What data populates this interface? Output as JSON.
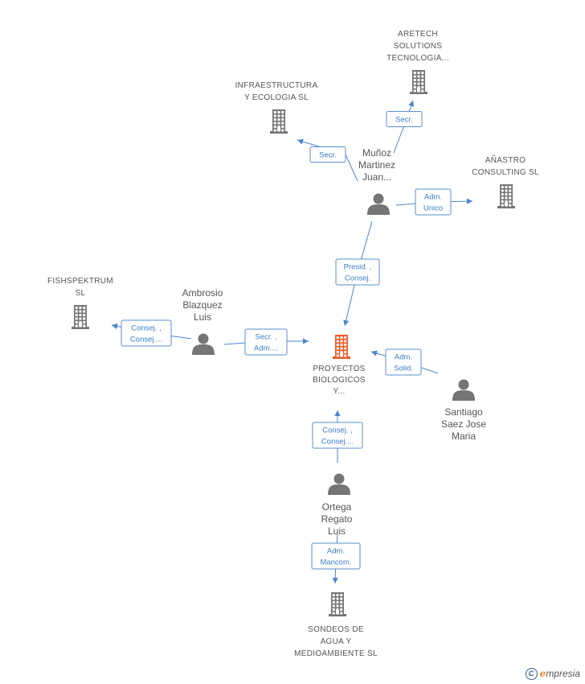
{
  "nodes": {
    "proyectos": {
      "kind": "company",
      "highlight": true,
      "lines": [
        "PROYECTOS",
        "BIOLOGICOS",
        "Y..."
      ]
    },
    "aretech": {
      "kind": "company",
      "lines": [
        "ARETECH",
        "SOLUTIONS",
        "TECNOLOGIA..."
      ]
    },
    "infraestructura": {
      "kind": "company",
      "lines": [
        "INFRAESTRUCTURA",
        "Y ECOLOGIA SL"
      ]
    },
    "anastro": {
      "kind": "company",
      "lines": [
        "AÑASTRO",
        "CONSULTING SL"
      ]
    },
    "fishspektrum": {
      "kind": "company",
      "lines": [
        "FISHSPEKTRUM",
        "SL"
      ]
    },
    "sondeos": {
      "kind": "company",
      "lines": [
        "SONDEOS DE",
        "AGUA Y",
        "MEDIOAMBIENTE SL"
      ]
    },
    "munoz": {
      "kind": "person",
      "lines": [
        "Muñoz",
        "Martinez",
        "Juan..."
      ]
    },
    "ambrosio": {
      "kind": "person",
      "lines": [
        "Ambrosio",
        "Blazquez",
        "Luis"
      ]
    },
    "santiago": {
      "kind": "person",
      "lines": [
        "Santiago",
        "Saez Jose",
        "Maria"
      ]
    },
    "ortega": {
      "kind": "person",
      "lines": [
        "Ortega",
        "Regato",
        "Luis"
      ]
    }
  },
  "edges": {
    "munoz_aretech": [
      "Secr."
    ],
    "munoz_infraestructura": [
      "Secr."
    ],
    "munoz_anastro": [
      "Adm.",
      "Unico"
    ],
    "munoz_proyectos": [
      "Presid. ,",
      "Consej."
    ],
    "ambrosio_fishspektrum": [
      "Consej. ,",
      "Consej...."
    ],
    "ambrosio_proyectos": [
      "Secr. ,",
      "Adm...."
    ],
    "santiago_proyectos": [
      "Adm.",
      "Solid."
    ],
    "ortega_proyectos": [
      "Consej. ,",
      "Consej...."
    ],
    "ortega_sondeos": [
      "Adm.",
      "Mancom."
    ]
  },
  "colors": {
    "company_icon": "#757575",
    "highlight_icon": "#f05a28",
    "person_icon": "#757575",
    "edge": "#4a86cc",
    "edge_text": "#3a7cc6"
  },
  "icons": {
    "company": "building-icon",
    "person": "person-icon"
  },
  "brand": {
    "copyright": "C",
    "e": "e",
    "rest": "mpresia"
  }
}
